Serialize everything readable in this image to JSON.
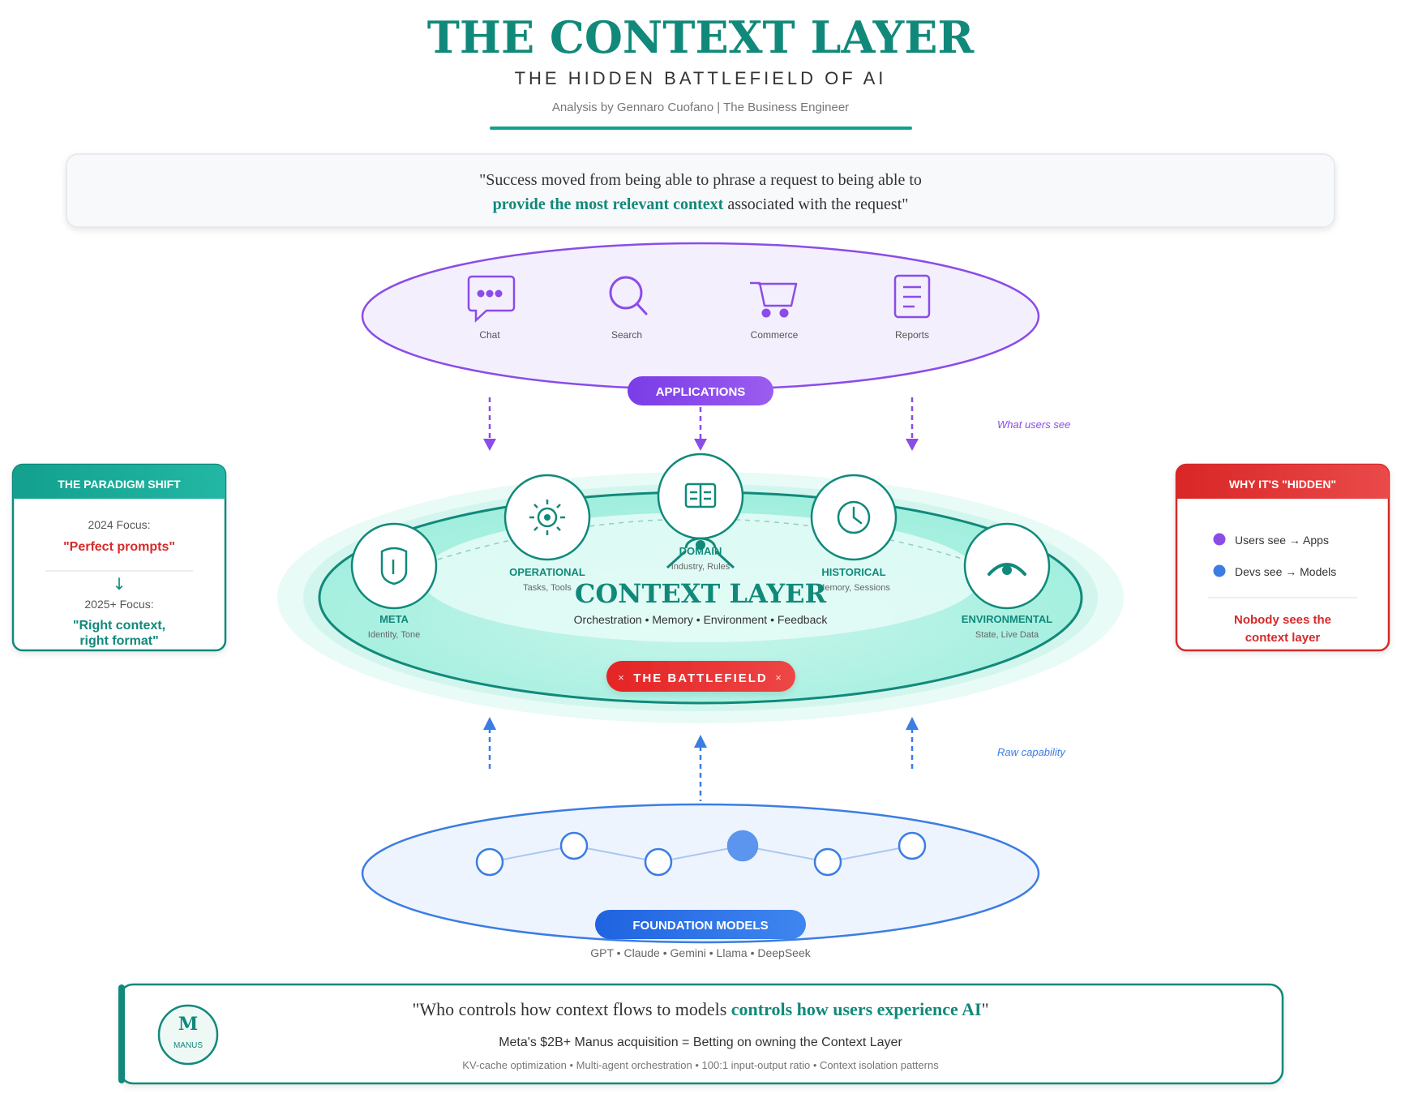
{
  "header": {
    "title": "THE CONTEXT LAYER",
    "subtitle": "THE HIDDEN BATTLEFIELD OF AI",
    "byline": "Analysis by Gennaro Cuofano | The Business Engineer"
  },
  "quote_top": {
    "line1": "\"Success moved from being able to phrase a request to being able to",
    "line2_highlight": "provide the most relevant context",
    "line2_rest": " associated with the request\""
  },
  "applications": {
    "label": "APPLICATIONS",
    "items": [
      {
        "label": "Chat",
        "icon": "chat-icon"
      },
      {
        "label": "Search",
        "icon": "search-icon"
      },
      {
        "label": "Commerce",
        "icon": "cart-icon"
      },
      {
        "label": "Reports",
        "icon": "document-icon"
      }
    ],
    "side_note": "What users see"
  },
  "context_layer": {
    "title": "CONTEXT LAYER",
    "subtitle": "Orchestration • Memory • Environment • Feedback",
    "badge": "THE BATTLEFIELD",
    "badge_mark": "×",
    "nodes": [
      {
        "label": "META",
        "sub": "Identity, Tone",
        "icon": "shield-icon"
      },
      {
        "label": "OPERATIONAL",
        "sub": "Tasks, Tools",
        "icon": "gear-icon"
      },
      {
        "label": "DOMAIN",
        "sub": "Industry, Rules",
        "icon": "book-icon"
      },
      {
        "label": "HISTORICAL",
        "sub": "Memory, Sessions",
        "icon": "clock-icon"
      },
      {
        "label": "ENVIRONMENTAL",
        "sub": "State, Live Data",
        "icon": "eye-icon"
      }
    ]
  },
  "foundation": {
    "label": "FOUNDATION MODELS",
    "models": "GPT • Claude • Gemini • Llama • DeepSeek",
    "side_note": "Raw capability"
  },
  "paradigm_shift": {
    "title": "THE PARADIGM SHIFT",
    "from_label": "2024 Focus:",
    "from_value": "\"Perfect prompts\"",
    "arrow": "↓",
    "to_label": "2025+ Focus:",
    "to_value_line1": "\"Right context,",
    "to_value_line2": "right format\""
  },
  "hidden": {
    "title": "WHY IT'S \"HIDDEN\"",
    "items": [
      "Users see → Apps",
      "Devs see → Models"
    ],
    "conclusion_line1": "Nobody sees the",
    "conclusion_line2": "context layer"
  },
  "bottom": {
    "logo_letter": "M",
    "logo_text": "MANUS",
    "quote_start": "\"Who controls how context flows to models ",
    "quote_highlight": "controls how users experience AI",
    "quote_end": "\"",
    "line2": "Meta's $2B+ Manus acquisition = Betting on owning the Context Layer",
    "line3": "KV-cache optimization • Multi-agent orchestration • 100:1 input-output ratio • Context isolation patterns"
  },
  "colors": {
    "teal": "#11897a",
    "purple": "#8b4ce8",
    "blue": "#3b7de3",
    "red": "#d62a2a"
  }
}
